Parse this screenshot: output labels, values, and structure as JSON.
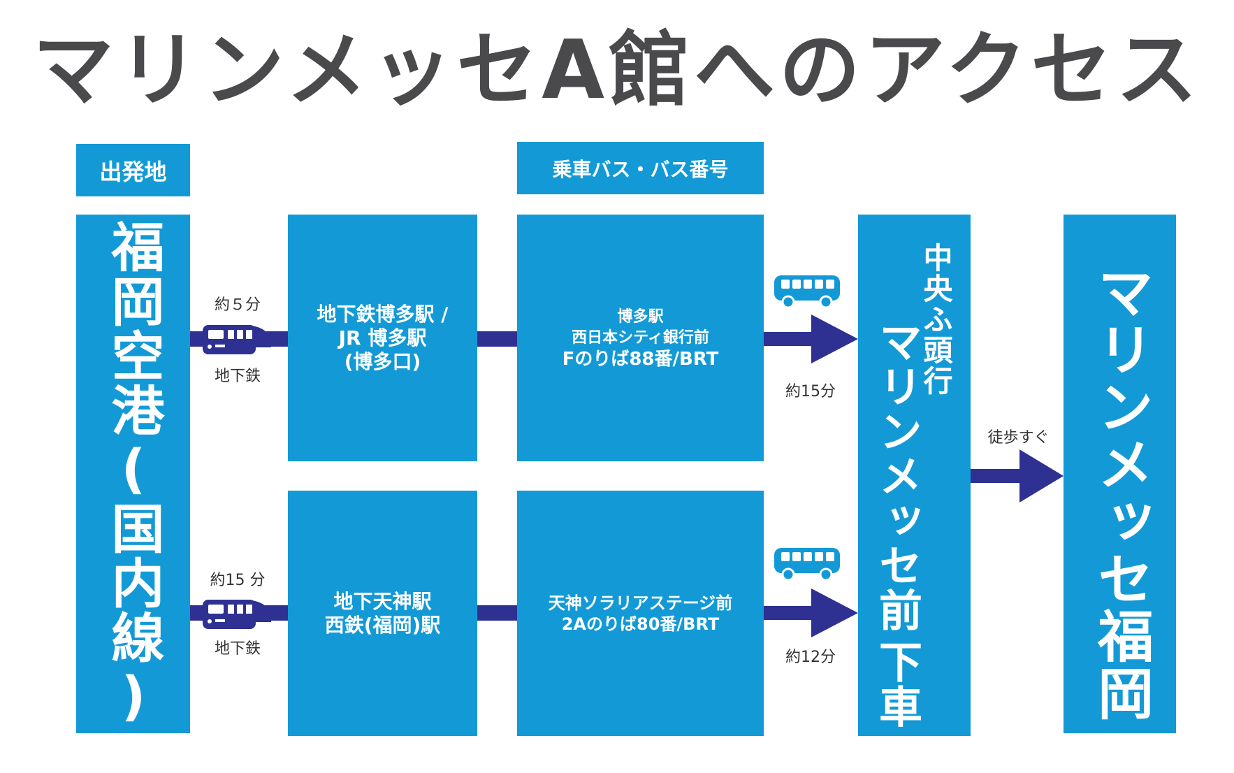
{
  "title": "マリンメッセA館へのアクセス",
  "headers": {
    "origin": "出発地",
    "bus": "乗車バス・バス番号"
  },
  "origin": {
    "name": "福岡空港(国内線)"
  },
  "stations": [
    {
      "lines": [
        "地下鉄博多駅 /",
        "JR 博多駅",
        "(博多口)"
      ],
      "time": "約５分",
      "mode": "地下鉄"
    },
    {
      "lines": [
        "地下天神駅",
        "西鉄(福岡)駅"
      ],
      "time": "約15 分",
      "mode": "地下鉄"
    }
  ],
  "buses": [
    {
      "lines": [
        "博多駅",
        "西日本シティ銀行前",
        "Fのりば88番/BRT"
      ],
      "time": "約15分"
    },
    {
      "lines": [
        "天神ソラリアステージ前",
        "2Aのりば80番/BRT"
      ],
      "time": "約12分"
    }
  ],
  "stop": {
    "direction": "中央ふ頭行",
    "name": "マリンメッセ前",
    "action": "下車"
  },
  "walk": "徒歩すぐ",
  "destination": {
    "name": "マリンメッセ福岡"
  },
  "colors": {
    "box": "#139ad6",
    "arrow": "#2e3192",
    "title": "#4a4a4c"
  },
  "icons": {
    "train": "subway-train-icon",
    "bus": "bus-icon"
  }
}
